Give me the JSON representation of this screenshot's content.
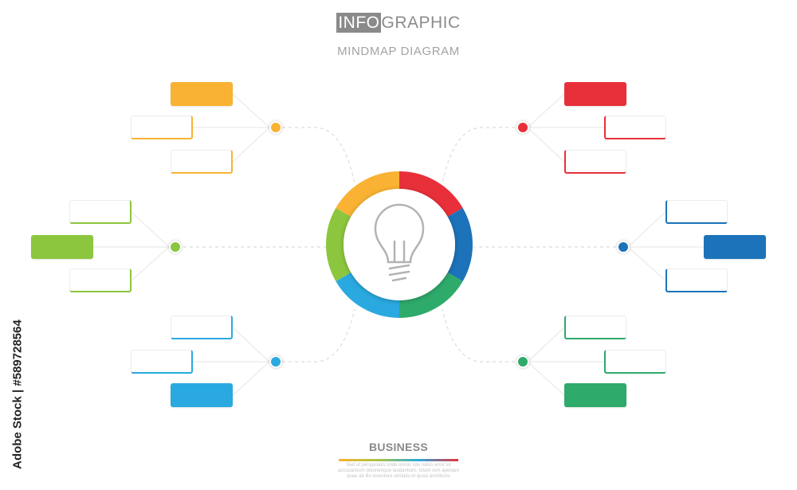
{
  "header": {
    "title_highlight": "INFO",
    "title_rest": "GRAPHIC",
    "subtitle": "MINDMAP DIAGRAM"
  },
  "center": {
    "icon": "lightbulb-icon",
    "ring_colors": [
      "#e8303a",
      "#1c73b9",
      "#2eaa6b",
      "#2aa9e0",
      "#8cc63f",
      "#f9b233"
    ]
  },
  "branches": [
    {
      "id": "top-left",
      "color": "#f9b233",
      "nodes": [
        "filled",
        "outline",
        "outline"
      ]
    },
    {
      "id": "middle-left",
      "color": "#8cc63f",
      "nodes": [
        "outline",
        "filled",
        "outline"
      ]
    },
    {
      "id": "bottom-left",
      "color": "#2aa9e0",
      "nodes": [
        "outline",
        "outline",
        "filled"
      ]
    },
    {
      "id": "top-right",
      "color": "#e8303a",
      "nodes": [
        "filled",
        "outline",
        "outline"
      ]
    },
    {
      "id": "middle-right",
      "color": "#1c73b9",
      "nodes": [
        "outline",
        "filled",
        "outline"
      ]
    },
    {
      "id": "bottom-right",
      "color": "#2eaa6b",
      "nodes": [
        "outline",
        "outline",
        "filled"
      ]
    }
  ],
  "footer": {
    "label": "BUSINESS",
    "caption_lines": [
      "Sed ut perspiciatis unde omnis iste natus error sit",
      "accusantium doloremque laudantium, totam rem aperiam",
      "quae ab illo inventore veritatis et quasi architecto"
    ]
  },
  "stock_id": "Adobe Stock | #589728564"
}
